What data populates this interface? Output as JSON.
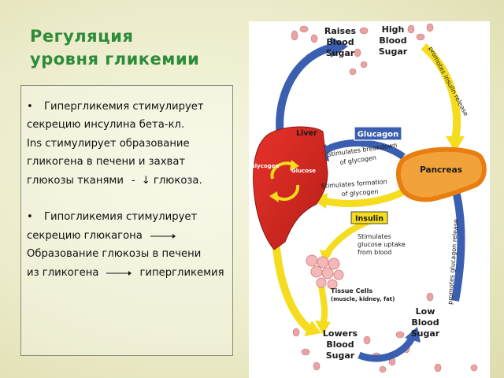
{
  "title": {
    "line1": "Регуляция",
    "line2": "уровня гликемии"
  },
  "text": {
    "l1": "Гипергликемия стимулирует",
    "l2": "секрецию инсулина бета-кл.",
    "l3": "Ins стимулирует образование",
    "l4": "гликогена в печени и захват",
    "l5a": "глюкозы тканями",
    "l5b": "-",
    "l5c": "↓ глюкоза.",
    "l6": "Гипогликемия стимулирует",
    "l7": "секрецию глюкагона",
    "l8": "Образование глюкозы в печени",
    "l9a": "из гликогена",
    "l9b": "гипергликемия",
    "bullet": "•"
  },
  "diagram": {
    "raises_1": "Raises",
    "raises_2": "Blood",
    "raises_3": "Sugar",
    "high_1": "High",
    "high_2": "Blood",
    "high_3": "Sugar",
    "promotes_insulin": "promotes insulin release",
    "liver": "Liver",
    "glucagon": "Glucagon",
    "glycogen": "Glycogen",
    "glucose": "Glucose",
    "breakdown_1": "Stimulates breakdown",
    "breakdown_2": "of glycogen",
    "formation_1": "Stimulates formation",
    "formation_2": "of glycogen",
    "pancreas": "Pancreas",
    "insulin": "Insulin",
    "uptake_1": "Stimulates",
    "uptake_2": "glucose uptake",
    "uptake_3": "from blood",
    "tissue_1": "Tissue Cells",
    "tissue_2": "(muscle, kidney, fat)",
    "promotes_glucagon": "promotes glucagon release",
    "lowers_1": "Lowers",
    "lowers_2": "Blood",
    "lowers_3": "Sugar",
    "low_1": "Low",
    "low_2": "Blood",
    "low_3": "Sugar"
  }
}
